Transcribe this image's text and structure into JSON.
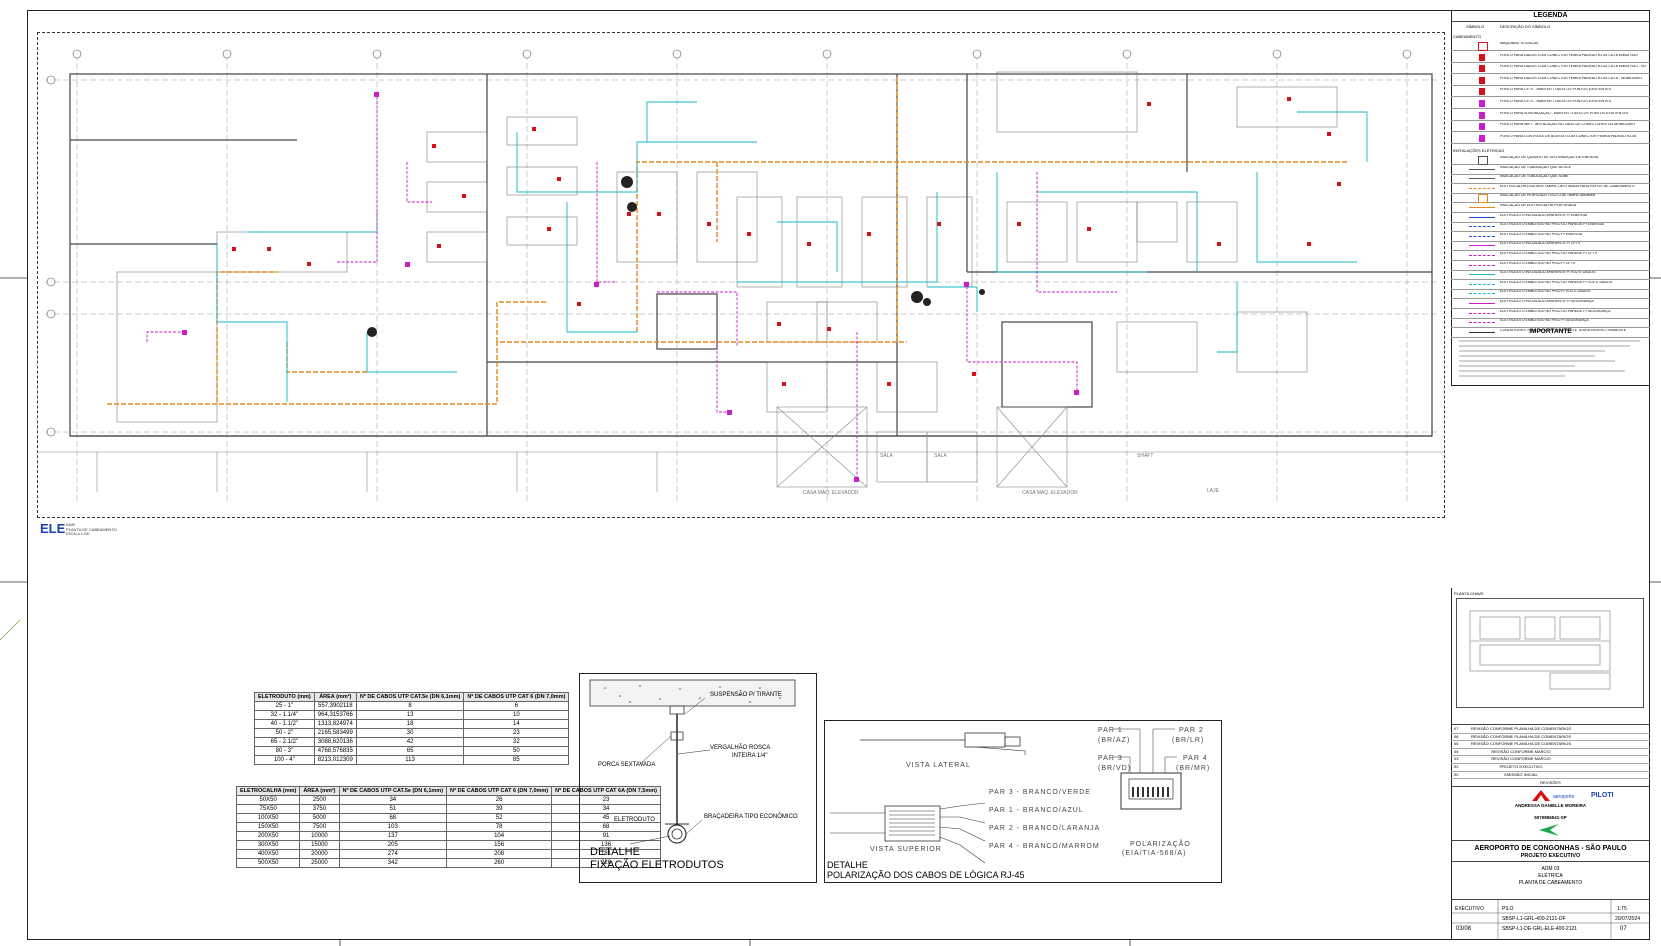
{
  "sheet": {
    "view_tag": "ELE",
    "view_title_line1": "ADM",
    "view_title_line2": "PLANTA DE CABEAMENTO",
    "view_scale": "ESCALA 1:100"
  },
  "legend": {
    "title": "LEGENDA",
    "col_symbol": "SÍMBOLO",
    "col_description": "DESCRIÇÃO DO SÍMBOLO",
    "section_cabling": "CABEAMENTO",
    "section_conduits": "INSTALAÇÕES ELÉTRICAS",
    "items": [
      {
        "label": "MÁQUINAS TÉCNICAS",
        "color": "#d8101a",
        "kind": "box"
      },
      {
        "label": "PONTO PARA DADOS COM CONECTOR FÊMEA PADRÃO RJ-45 CAT.6 EMBUTIDO",
        "color": "#d8101a",
        "kind": "marker"
      },
      {
        "label": "PONTO PARA DADOS COM CONECTOR FÊMEA PADRÃO RJ-45 CAT.6 EMBUTIDO - SOBREPOR",
        "color": "#d8101a",
        "kind": "marker"
      },
      {
        "label": "PONTO PARA DADOS COM CONECTOR FÊMEA PADRÃO RJ-45 CAT.6 - MOBILIÁRIO",
        "color": "#d8101a",
        "kind": "marker"
      },
      {
        "label": "PONTO PARA CFTV - MANTER TODOS OS PONTOS EXISTENTES",
        "color": "#d8101a",
        "kind": "marker"
      },
      {
        "label": "PONTO PARA CFTV - MANTER TODOS OS PONTOS EXISTENTES",
        "color": "#c81fc8",
        "kind": "marker"
      },
      {
        "label": "PONTO PARA SONORIZAÇÃO - MANTER TODOS OS PONTOS EXISTENTES",
        "color": "#c81fc8",
        "kind": "marker"
      },
      {
        "label": "PONTO PARA WIFI - INSTALAÇÃO NO LADO DE CONECTORES OU MOBILIÁRIO",
        "color": "#c81fc8",
        "kind": "marker"
      },
      {
        "label": "PONTO PARA CONTROLE DE ACESSO COM CONECTOR FÊMEA PADRÃO RJ-45",
        "color": "#c81fc8",
        "kind": "marker"
      },
      {
        "label": "INDICAÇÃO DE QUADRO DE DISTRIBUIÇÃO DE ENERGIA",
        "color": "#555555",
        "kind": "box"
      },
      {
        "label": "INDICAÇÃO DE TUBULAÇÃO QUE DESCE",
        "color": "#555555",
        "kind": "line"
      },
      {
        "label": "INDICAÇÃO DE TUBULAÇÃO QUE SOBE",
        "color": "#555555",
        "kind": "line"
      },
      {
        "label": "ELETROCALHA LISA SEM TAMPA, DESTINADA PARA REPOS DE CABEAMENTO",
        "color": "#e38a1c",
        "kind": "dash"
      },
      {
        "label": "INDICAÇÃO DE PERFILADO LISO COM TAMPA 38x38MM",
        "color": "#e38a1c",
        "kind": "box"
      },
      {
        "label": "INDICAÇÃO DE ELETROCALHA PERFURADA",
        "color": "#e38a1c",
        "kind": "line"
      },
      {
        "label": "ELETRODUTO INSTALADO APARENTE P/ ENERGIA",
        "color": "#1c4fd8",
        "kind": "line"
      },
      {
        "label": "ELETRODUTO EMBUTIDO NO PISO OU PAREDE P/ ENERGIA",
        "color": "#1c4fd8",
        "kind": "dash"
      },
      {
        "label": "ELETRODUTO EMBUTIDO NO PISO P/ ENERGIA",
        "color": "#1c4fd8",
        "kind": "dash"
      },
      {
        "label": "ELETRODUTO INSTALADO APARENTE P/ CFTV",
        "color": "#c81fc8",
        "kind": "line"
      },
      {
        "label": "ELETRODUTO EMBUTIDO NO PISO OU PAREDE P/ CFTV",
        "color": "#c81fc8",
        "kind": "dash"
      },
      {
        "label": "ELETRODUTO EMBUTIDO NO PISO P/ CFTV",
        "color": "#c81fc8",
        "kind": "dash"
      },
      {
        "label": "ELETRODUTO INSTALADO APARENTE P/ VOZ E DADOS",
        "color": "#17b7c9",
        "kind": "line"
      },
      {
        "label": "ELETRODUTO EMBUTIDO NO PISO OU PAREDE P/ VOZ E DADOS",
        "color": "#17b7c9",
        "kind": "dash"
      },
      {
        "label": "ELETRODUTO EMBUTIDO NO PISO P/ VOZ E DADOS",
        "color": "#17b7c9",
        "kind": "dash"
      },
      {
        "label": "ELETRODUTO INSTALADO APARENTE P/ SEGURANÇA",
        "color": "#c81fc8",
        "kind": "line"
      },
      {
        "label": "ELETRODUTO EMBUTIDO NO PISO OU PAREDE P/ SEGURANÇA",
        "color": "#c81fc8",
        "kind": "dash"
      },
      {
        "label": "ELETRODUTO EMBUTIDO NO PISO P/ SEGURANÇA",
        "color": "#c81fc8",
        "kind": "dash"
      },
      {
        "label": "CONDUTORES: FASE, NEUTRO, RETORNO E TERRA RESPECTIVAMENTE",
        "color": "#333333",
        "kind": "line"
      }
    ],
    "important_title": "IMPORTANTE"
  },
  "table_conduit": {
    "headers": [
      "ELETRODUTO (mm)",
      "ÁREA (mm²)",
      "Nº DE CABOS UTP CAT.5e (DN 6,1mm)",
      "Nº DE CABOS UTP CAT 6 (DN 7,0mm)"
    ],
    "rows": [
      [
        "25 - 1\"",
        "557,3902118",
        "8",
        "6"
      ],
      [
        "32 - 1.1/4\"",
        "964,3153766",
        "13",
        "10"
      ],
      [
        "40 - 1.1/2\"",
        "1313,824974",
        "18",
        "14"
      ],
      [
        "50 - 2\"",
        "2165,583499",
        "30",
        "23"
      ],
      [
        "65 - 2.1/2\"",
        "3088,620136",
        "42",
        "32"
      ],
      [
        "80 - 3\"",
        "4768,576835",
        "65",
        "50"
      ],
      [
        "100 - 4\"",
        "8213,012309",
        "113",
        "85"
      ]
    ]
  },
  "table_tray": {
    "headers": [
      "ELETROCALHA (mm)",
      "ÁREA (mm²)",
      "Nº DE CABOS UTP CAT.5e (DN 6,1mm)",
      "Nº DE CABOS UTP CAT 6 (DN 7,0mm)",
      "Nº DE CABOS UTP CAT 6A (DN 7,5mm)"
    ],
    "rows": [
      [
        "50X50",
        "2500",
        "34",
        "26",
        "23"
      ],
      [
        "75X50",
        "3750",
        "51",
        "39",
        "34"
      ],
      [
        "100X50",
        "5000",
        "68",
        "52",
        "45"
      ],
      [
        "150X50",
        "7500",
        "103",
        "78",
        "68"
      ],
      [
        "200X50",
        "10000",
        "137",
        "104",
        "91"
      ],
      [
        "300X50",
        "15000",
        "205",
        "156",
        "136"
      ],
      [
        "400X50",
        "20000",
        "274",
        "208",
        "181"
      ],
      [
        "500X50",
        "25000",
        "342",
        "260",
        "226"
      ]
    ]
  },
  "detail_conduit": {
    "label_rod": "SUSPENSÃO P/ TIRANTE",
    "label_nut": "PORCA SEXTAVADA",
    "label_thread": "VERGALHÃO ROSCA",
    "label_thread2": "INTEIRA 1/4\"",
    "label_conduit": "ELETRODUTO",
    "label_clamp": "BRAÇADEIRA TIPO ECONÔMICO",
    "title1": "DETALHE",
    "title2": "FIXAÇÃO ELETRODUTOS"
  },
  "detail_rj45": {
    "side_view": "VISTA LATERAL",
    "top_view": "VISTA SUPERIOR",
    "pairs": [
      "PAR 3 - BRANCO/VERDE",
      "PAR 1 - BRANCO/AZUL",
      "PAR 2 - BRANCO/LARANJA",
      "PAR 4 - BRANCO/MARROM"
    ],
    "par1": "PAR 1",
    "par1b": "(BR/AZ)",
    "par2": "PAR 2",
    "par2b": "(BR/LR)",
    "par3": "PAR 3",
    "par3b": "(BR/VD)",
    "par4": "PAR 4",
    "par4b": "(BR/MR)",
    "polar1": "POLARIZAÇÃO",
    "polar2": "(EIA/TIA-568/A)",
    "title1": "DETALHE",
    "title2": "POLARIZAÇÃO DOS CABOS DE LÓGICA RJ-45"
  },
  "titleblock": {
    "keyplan_label": "PLANTA CHAVE",
    "revisions": [
      {
        "rev": "07",
        "desc": "REVISÃO CONFORME PLANILHA DE COMENTÁRIOS"
      },
      {
        "rev": "06",
        "desc": "REVISÃO CONFORME PLANILHA DE COMENTÁRIOS"
      },
      {
        "rev": "05",
        "desc": "REVISÃO CONFORME PLANILHA DE COMENTÁRIOS"
      },
      {
        "rev": "04",
        "desc": "REVISÃO CONFORME MARCIO"
      },
      {
        "rev": "03",
        "desc": "REVISÃO CONFORME MARCIO"
      },
      {
        "rev": "02",
        "desc": "PROJETO EXECUTIVO"
      },
      {
        "rev": "00",
        "desc": "EMISSÃO INICIAL"
      }
    ],
    "revisions_label": "REVISÕES",
    "logo1": "aeroporto",
    "logo2": "PILOTI",
    "designer": "ANDRESSA DANIELLE MOREIRA",
    "designer_id": "5070856541-SP",
    "project": "AEROPORTO DE CONGONHAS - SÃO PAULO",
    "phase": "PROJETO EXECUTIVO",
    "area": "ADM 03",
    "discipline": "ELÉTRICA",
    "sheet_title": "PLANTA DE CABEAMENTO",
    "status": "EXECUTIVO",
    "company": "PILO",
    "scale": "1:75",
    "date": "20/07/2024",
    "code1": "SBSP-L1-GRL-400-2121-DF",
    "code2": "SBSP-L1-DE-GRL-ELE-400-2121",
    "sheet_no": "03/08",
    "rev_current": "07"
  }
}
